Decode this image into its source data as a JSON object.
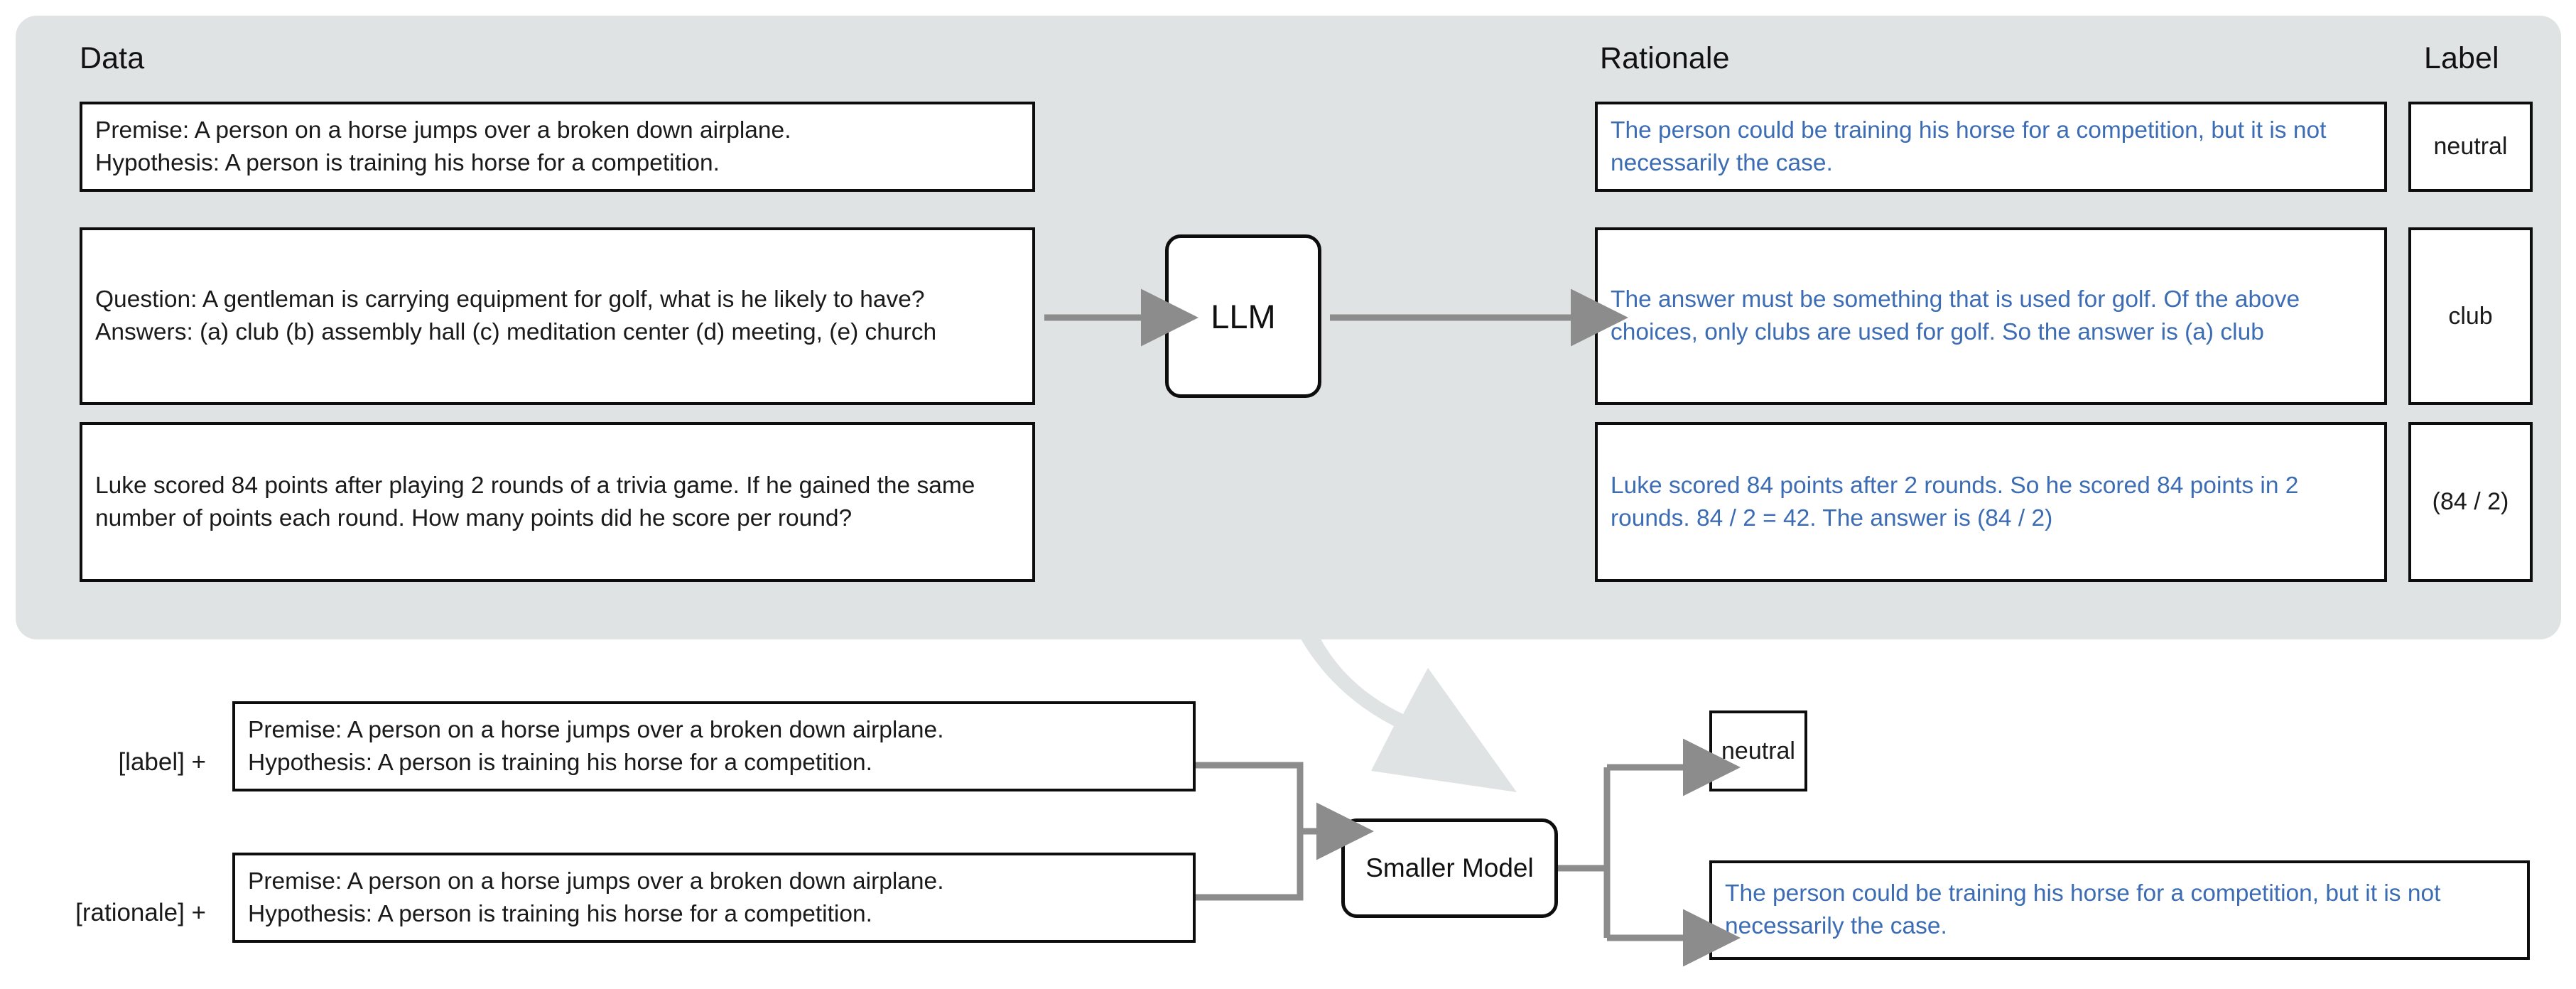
{
  "diagram": {
    "title_hidden": "",
    "colors": {
      "panel_bg": "#dfe3e4",
      "box_border": "#0d0d0d",
      "rationale_blue": "#3c6cb4",
      "arrow_gray": "#8c8c8c",
      "big_arrow_gray": "#dfe3e4",
      "page_bg": "#ffffff"
    },
    "top": {
      "headers": {
        "data": "Data",
        "rationale": "Rationale",
        "label": "Label"
      },
      "model": "LLM",
      "rows": [
        {
          "data": "Premise: A person on a horse jumps over a broken down airplane.\nHypothesis: A person is training his horse for a competition.",
          "rationale": "The person could be training his horse for a competition, but it is not necessarily the case.",
          "label": "neutral"
        },
        {
          "data": "Question: A gentleman is carrying equipment for golf, what is he likely to have?\nAnswers: (a) club (b) assembly hall (c) meditation center (d) meeting, (e) church",
          "rationale": "The answer must be something that is used for golf. Of the above choices, only clubs are used for golf. So the answer is (a) club",
          "label": "club"
        },
        {
          "data": "Luke scored 84 points after playing 2 rounds of a trivia game. If he gained the same number of points each round. How many points did he score per round?",
          "rationale": "Luke scored 84 points after 2 rounds. So he scored 84 points in 2 rounds. 84 / 2 = 42. The answer is (84 / 2)",
          "label": "(84 / 2)"
        }
      ]
    },
    "bottom": {
      "model": "Smaller Model",
      "inputs": [
        {
          "prefix": "[label] +",
          "text": "Premise: A person on a horse jumps over a broken down airplane.\nHypothesis: A person is training his horse for a competition."
        },
        {
          "prefix": "[rationale] +",
          "text": "Premise: A person on a horse jumps over a broken down airplane.\nHypothesis: A person is training his horse for a competition."
        }
      ],
      "outputs": [
        {
          "text": "neutral",
          "style": "plain"
        },
        {
          "text": "The person could be training his horse for a competition, but it is not necessarily the case.",
          "style": "blue"
        }
      ]
    }
  }
}
